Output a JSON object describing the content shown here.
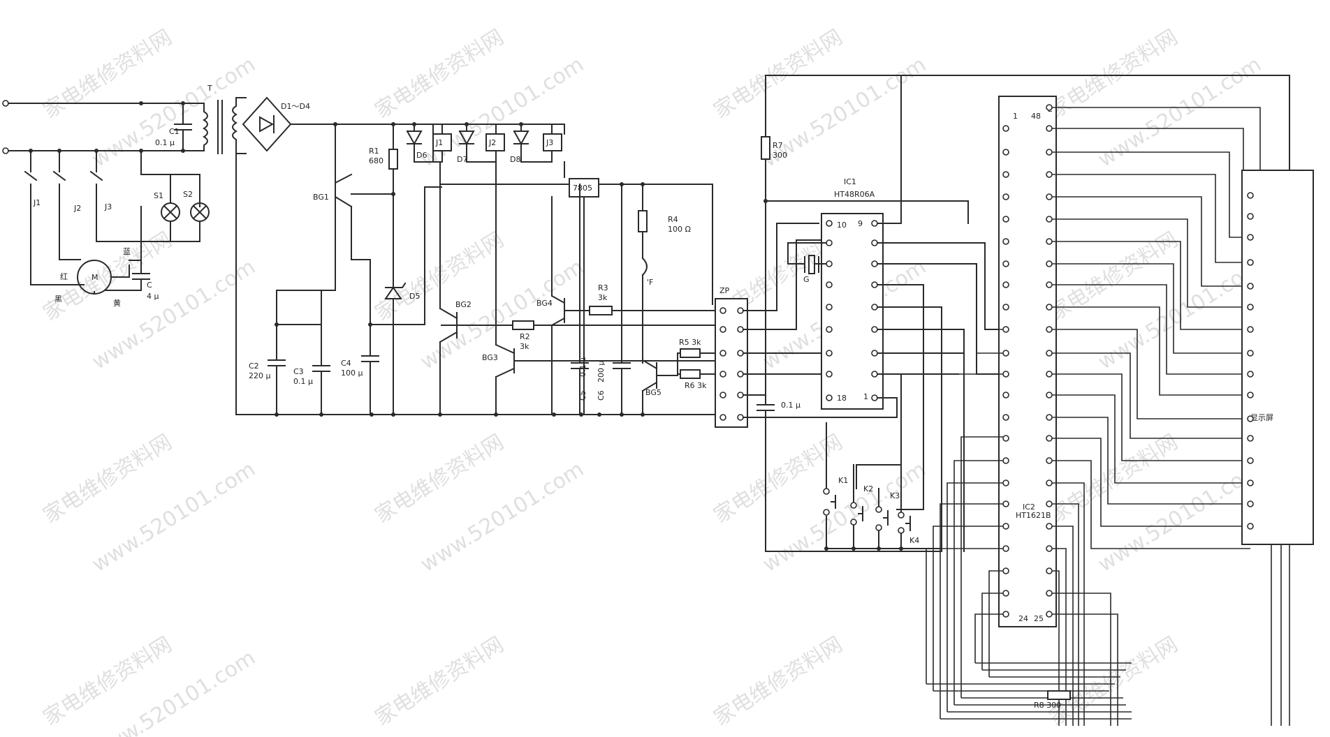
{
  "labels": {
    "T": "T",
    "C1": "C1",
    "C1v": "0.1 μ",
    "D1D4": "D1～D4",
    "J1": "J1",
    "J2": "J2",
    "J3": "J3",
    "S1": "S1",
    "S2": "S2",
    "M": "M",
    "red": "红",
    "blue": "蓝",
    "black": "黑",
    "yellow": "黄",
    "C": "C",
    "Cv": "4 μ",
    "R1": "R1",
    "R1v": "680",
    "BG1": "BG1",
    "D5": "D5",
    "D6": "D6",
    "D7": "D7",
    "D8": "D8",
    "relayJ1": "J1",
    "relayJ2": "J2",
    "relayJ3": "J3",
    "reg": "7805",
    "R4": "R4",
    "R4v": "100 Ω",
    "F": "'F",
    "BG2": "BG2",
    "BG3": "BG3",
    "BG4": "BG4",
    "BG5": "BG5",
    "R2": "R2",
    "R2v": "3k",
    "R3": "R3",
    "R3v": "3k",
    "R5": "R5  3k",
    "R6": "R6  3k",
    "C2": "C2",
    "C2v": "220 μ",
    "C3": "C3",
    "C3v": "0.1 μ",
    "C4": "C4",
    "C4v": "100 μ",
    "C5": "C5",
    "C5v": "0.1 μ",
    "C6": "C6",
    "C6v": "200 μ",
    "ZP": "ZP",
    "R7": "R7",
    "R7v": "300",
    "IC1": "IC1",
    "IC1v": "HT48R06A",
    "G": "G",
    "C01": "0.1 μ",
    "K1": "K1",
    "K2": "K2",
    "K3": "K3",
    "K4": "K4",
    "IC2": "IC2",
    "IC2v": "HT1621B",
    "R8": "R8  300",
    "display": "显示屏",
    "ic1_p10": "10",
    "ic1_p9": "9",
    "ic1_p18": "18",
    "ic1_p1": "1",
    "ic2_p1": "1",
    "ic2_p48": "48",
    "ic2_p2": "2",
    "ic2_p24": "24",
    "ic2_p25": "25"
  },
  "watermarks": [
    "家电维修资料网",
    "www.520101.com"
  ]
}
